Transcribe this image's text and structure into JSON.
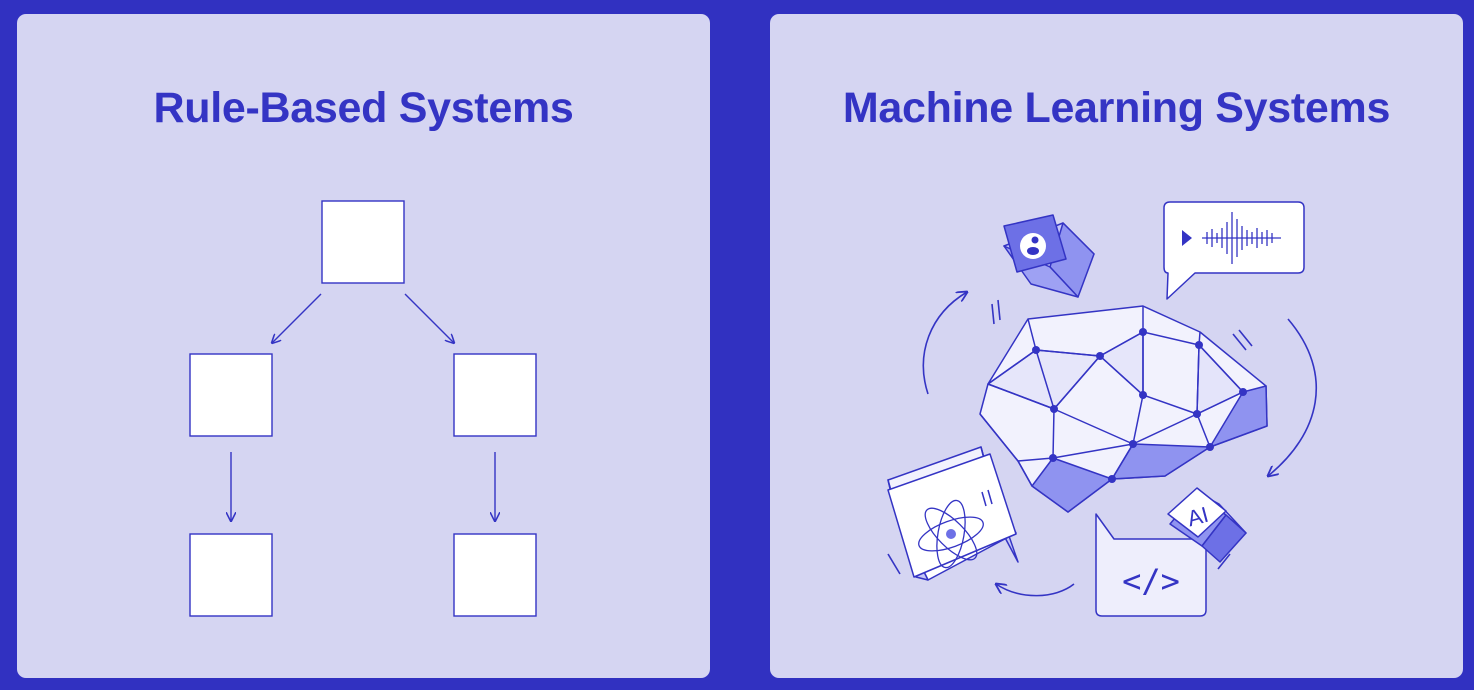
{
  "panels": {
    "rule_based": {
      "title": "Rule-Based Systems"
    },
    "machine_learning": {
      "title": "Machine Learning Systems",
      "tags": {
        "ai": "AI",
        "code": "</>"
      }
    }
  },
  "icons": [
    "flowchart-node",
    "down-arrow",
    "brain-mesh",
    "user-cube-icon",
    "audio-waveform-bubble-icon",
    "atom-cube-icon",
    "code-bubble-icon",
    "ai-cube-icon",
    "cycle-arrow-icon"
  ],
  "colors": {
    "background": "#3131c1",
    "panel": "#d5d5f2",
    "accent": "#3434c4",
    "fill_light": "#ffffff",
    "fill_mid": "#8f93f0"
  }
}
